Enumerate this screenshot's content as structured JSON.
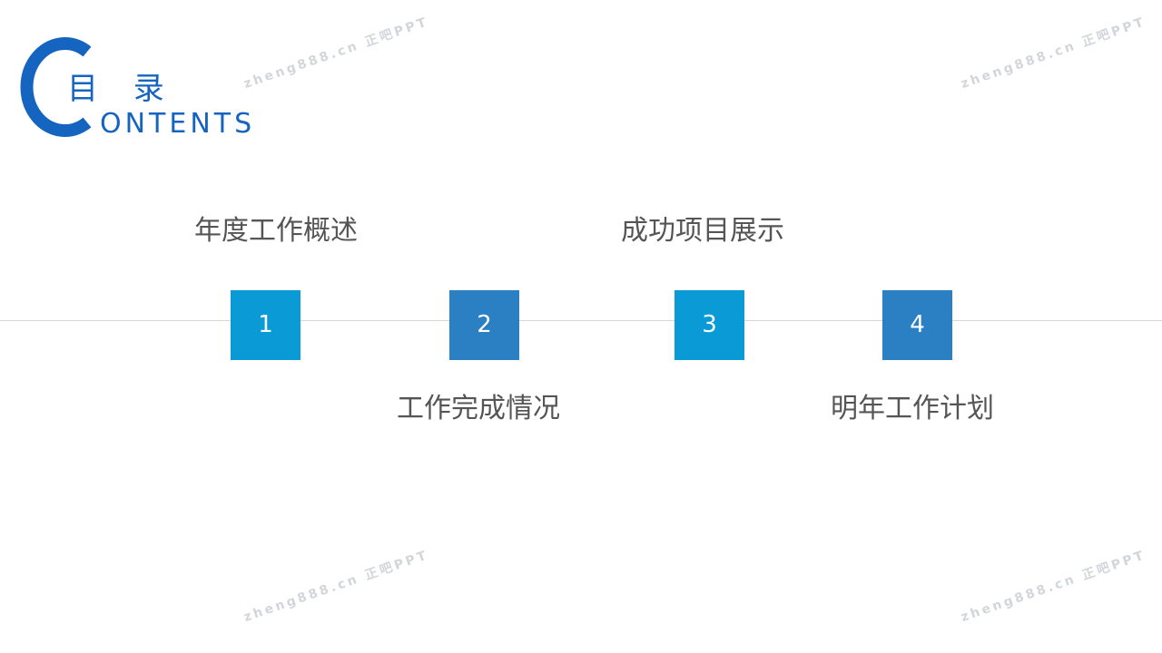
{
  "header": {
    "title_cn": "目 录",
    "title_en": "ONTENTS",
    "accent_color": "#1565c0",
    "logo_icon": "letter-c-arc-icon"
  },
  "items": [
    {
      "number": "1",
      "label": "年度工作概述",
      "color": "#0a9ad6"
    },
    {
      "number": "2",
      "label": "工作完成情况",
      "color": "#2b7fc3"
    },
    {
      "number": "3",
      "label": "成功项目展示",
      "color": "#0a9ad6"
    },
    {
      "number": "4",
      "label": "明年工作计划",
      "color": "#2b7fc3"
    }
  ],
  "watermark": {
    "text": "zheng888.cn 正吧PPT"
  }
}
